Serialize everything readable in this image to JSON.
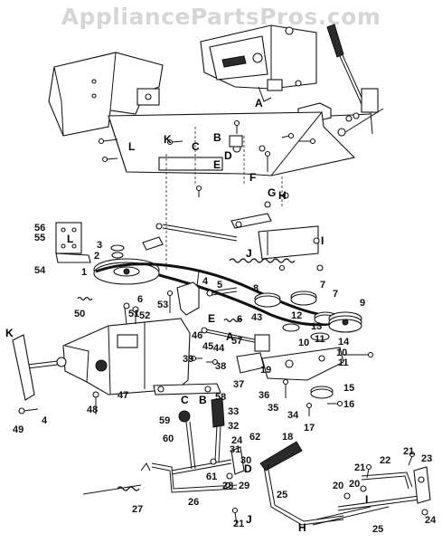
{
  "watermark": "AppliancePartsPros.com",
  "labels": [
    {
      "id": "A-top",
      "text": "A"
    },
    {
      "id": "B",
      "text": "B"
    },
    {
      "id": "C",
      "text": "C"
    },
    {
      "id": "D",
      "text": "D"
    },
    {
      "id": "E",
      "text": "E"
    },
    {
      "id": "F",
      "text": "F"
    },
    {
      "id": "G",
      "text": "G"
    },
    {
      "id": "H-mid",
      "text": "H"
    },
    {
      "id": "K-top",
      "text": "K"
    },
    {
      "id": "L-top",
      "text": "L"
    },
    {
      "id": "I-mid",
      "text": "I"
    },
    {
      "id": "J-mid",
      "text": "J"
    },
    {
      "id": "L-bracket",
      "text": "L"
    },
    {
      "id": "56",
      "text": "56"
    },
    {
      "id": "55",
      "text": "55"
    },
    {
      "id": "54",
      "text": "54"
    },
    {
      "id": "3",
      "text": "3"
    },
    {
      "id": "2",
      "text": "2"
    },
    {
      "id": "1",
      "text": "1"
    },
    {
      "id": "4a",
      "text": "4"
    },
    {
      "id": "5",
      "text": "5"
    },
    {
      "id": "6a",
      "text": "6"
    },
    {
      "id": "50",
      "text": "50"
    },
    {
      "id": "51",
      "text": "51"
    },
    {
      "id": "52",
      "text": "52"
    },
    {
      "id": "53",
      "text": "53"
    },
    {
      "id": "7a",
      "text": "7"
    },
    {
      "id": "7b",
      "text": "7"
    },
    {
      "id": "8",
      "text": "8"
    },
    {
      "id": "9",
      "text": "9"
    },
    {
      "id": "12",
      "text": "12"
    },
    {
      "id": "13",
      "text": "13"
    },
    {
      "id": "14",
      "text": "14"
    },
    {
      "id": "10a",
      "text": "10"
    },
    {
      "id": "10b",
      "text": "10"
    },
    {
      "id": "11a",
      "text": "11"
    },
    {
      "id": "11b",
      "text": "11"
    },
    {
      "id": "43",
      "text": "43"
    },
    {
      "id": "6b",
      "text": "6"
    },
    {
      "id": "E-mid",
      "text": "E"
    },
    {
      "id": "A-mid",
      "text": "A"
    },
    {
      "id": "57",
      "text": "57"
    },
    {
      "id": "46",
      "text": "46"
    },
    {
      "id": "45",
      "text": "45"
    },
    {
      "id": "44",
      "text": "44"
    },
    {
      "id": "K-left",
      "text": "K"
    },
    {
      "id": "39",
      "text": "39"
    },
    {
      "id": "38",
      "text": "38"
    },
    {
      "id": "19",
      "text": "19"
    },
    {
      "id": "47",
      "text": "47"
    },
    {
      "id": "48",
      "text": "48"
    },
    {
      "id": "4b",
      "text": "4"
    },
    {
      "id": "49",
      "text": "49"
    },
    {
      "id": "37",
      "text": "37"
    },
    {
      "id": "36",
      "text": "36"
    },
    {
      "id": "35",
      "text": "35"
    },
    {
      "id": "15",
      "text": "15"
    },
    {
      "id": "16",
      "text": "16"
    },
    {
      "id": "17",
      "text": "17"
    },
    {
      "id": "34",
      "text": "34"
    },
    {
      "id": "C-low",
      "text": "C"
    },
    {
      "id": "B-low",
      "text": "B"
    },
    {
      "id": "58",
      "text": "58"
    },
    {
      "id": "33",
      "text": "33"
    },
    {
      "id": "59",
      "text": "59"
    },
    {
      "id": "32",
      "text": "32"
    },
    {
      "id": "60",
      "text": "60"
    },
    {
      "id": "24",
      "text": "24"
    },
    {
      "id": "62",
      "text": "62"
    },
    {
      "id": "31",
      "text": "31"
    },
    {
      "id": "30",
      "text": "30"
    },
    {
      "id": "18",
      "text": "18"
    },
    {
      "id": "D-low",
      "text": "D"
    },
    {
      "id": "61",
      "text": "61"
    },
    {
      "id": "28",
      "text": "28"
    },
    {
      "id": "29",
      "text": "29"
    },
    {
      "id": "26",
      "text": "26"
    },
    {
      "id": "27",
      "text": "27"
    },
    {
      "id": "21a",
      "text": "21"
    },
    {
      "id": "J-low",
      "text": "J"
    },
    {
      "id": "25a",
      "text": "25"
    },
    {
      "id": "H-low",
      "text": "H"
    },
    {
      "id": "25b",
      "text": "25"
    },
    {
      "id": "20a",
      "text": "20"
    },
    {
      "id": "20b",
      "text": "20"
    },
    {
      "id": "21b",
      "text": "21"
    },
    {
      "id": "I-low",
      "text": "I"
    },
    {
      "id": "22",
      "text": "22"
    },
    {
      "id": "21c",
      "text": "21"
    },
    {
      "id": "23",
      "text": "23"
    },
    {
      "id": "24b",
      "text": "24"
    }
  ]
}
